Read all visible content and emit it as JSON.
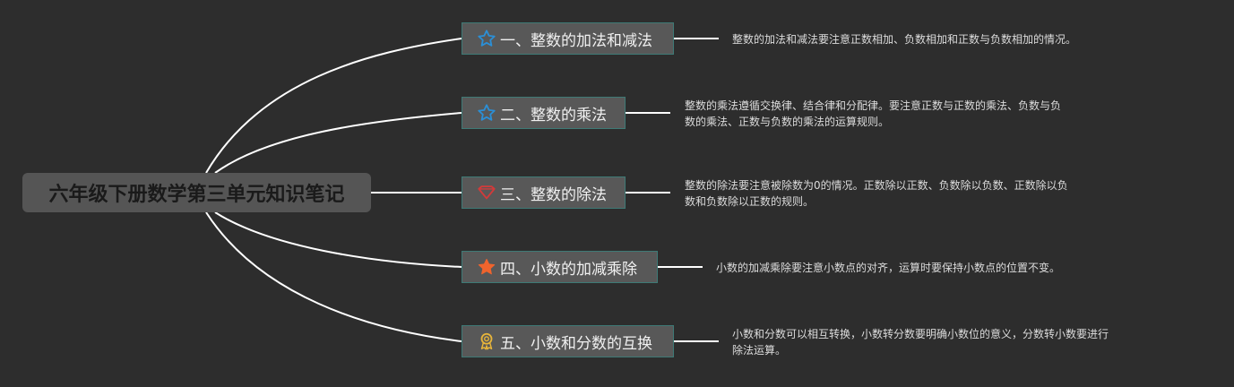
{
  "root": {
    "title": "六年级下册数学第三单元知识笔记"
  },
  "colors": {
    "background": "#2d2d2d",
    "line": "#ffffff",
    "topic_border": "#3e7a76",
    "star_blue": "#2b8fd6",
    "heart_red": "#d23a3a",
    "star_orange": "#f0642d",
    "badge_yellow": "#e8b53a"
  },
  "topics": [
    {
      "label": "一、整数的加法和减法",
      "icon": "star-outline-blue-icon",
      "note_lines": [
        "整数的加法和减法要注意正数相加、负数相加和正数与负数相加的情况。"
      ]
    },
    {
      "label": "二、整数的乘法",
      "icon": "star-outline-blue-icon",
      "note_lines": [
        "整数的乘法遵循交换律、结合律和分配律。要注意正数与正数的乘法、负数与负",
        "数的乘法、正数与负数的乘法的运算规则。"
      ]
    },
    {
      "label": "三、整数的除法",
      "icon": "heart-outline-red-icon",
      "note_lines": [
        "整数的除法要注意被除数为0的情况。正数除以正数、负数除以负数、正数除以负",
        "数和负数除以正数的规则。"
      ]
    },
    {
      "label": "四、小数的加减乘除",
      "icon": "star-filled-orange-icon",
      "note_lines": [
        "小数的加减乘除要注意小数点的对齐，运算时要保持小数点的位置不变。"
      ]
    },
    {
      "label": "五、小数和分数的互换",
      "icon": "award-badge-icon",
      "note_lines": [
        "小数和分数可以相互转换，小数转分数要明确小数位的意义，分数转小数要进行",
        "除法运算。"
      ]
    }
  ]
}
